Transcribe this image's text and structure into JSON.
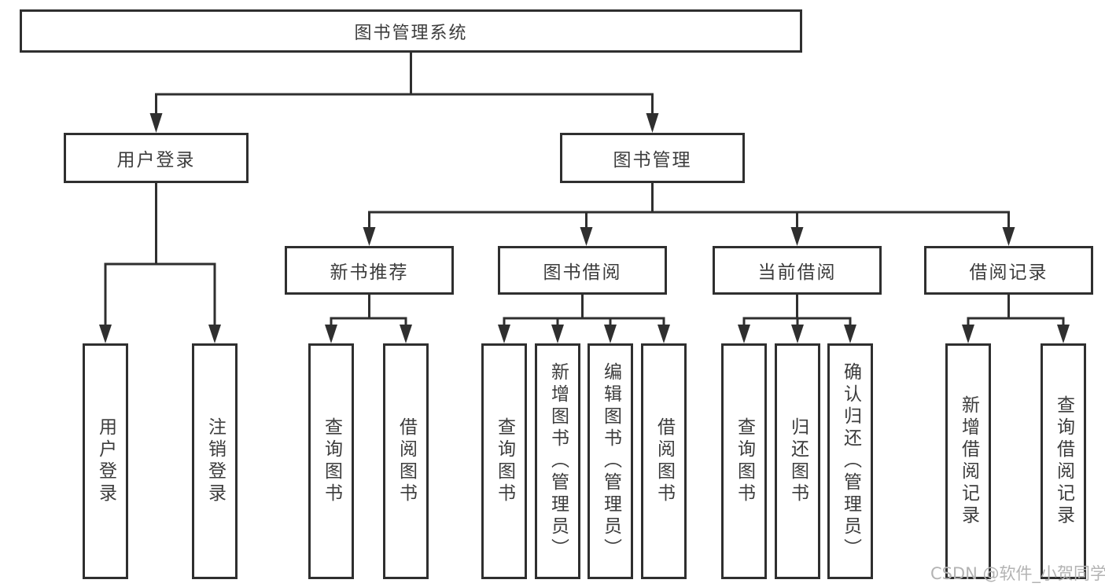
{
  "diagram": {
    "root": {
      "label": "图书管理系统"
    },
    "level2": [
      {
        "id": "user-login",
        "label": "用户登录"
      },
      {
        "id": "book-management",
        "label": "图书管理"
      }
    ],
    "level3": [
      {
        "id": "new-book-recommendation",
        "label": "新书推荐",
        "parent": "book-management"
      },
      {
        "id": "book-borrowing",
        "label": "图书借阅",
        "parent": "book-management"
      },
      {
        "id": "current-borrowing",
        "label": "当前借阅",
        "parent": "book-management"
      },
      {
        "id": "borrowing-records",
        "label": "借阅记录",
        "parent": "book-management"
      }
    ],
    "leaves": [
      {
        "label": "用户登录",
        "parent": "user-login"
      },
      {
        "label": "注销登录",
        "parent": "user-login"
      },
      {
        "label": "查询图书",
        "parent": "new-book-recommendation"
      },
      {
        "label": "借阅图书",
        "parent": "new-book-recommendation"
      },
      {
        "label": "查询图书",
        "parent": "book-borrowing"
      },
      {
        "label": "新增图书（管理员）",
        "parent": "book-borrowing"
      },
      {
        "label": "编辑图书（管理员）",
        "parent": "book-borrowing"
      },
      {
        "label": "借阅图书",
        "parent": "book-borrowing"
      },
      {
        "label": "查询图书",
        "parent": "current-borrowing"
      },
      {
        "label": "归还图书",
        "parent": "current-borrowing"
      },
      {
        "label": "确认归还（管理员）",
        "parent": "current-borrowing"
      },
      {
        "label": "新增借阅记录",
        "parent": "borrowing-records"
      },
      {
        "label": "查询借阅记录",
        "parent": "borrowing-records"
      }
    ],
    "watermark": "CSDN @软件_小贺同学",
    "colors": {
      "line": "#2f2f2f",
      "text": "#3c3c3c",
      "watermark": "#b3b3b3",
      "background": "#ffffff"
    }
  }
}
